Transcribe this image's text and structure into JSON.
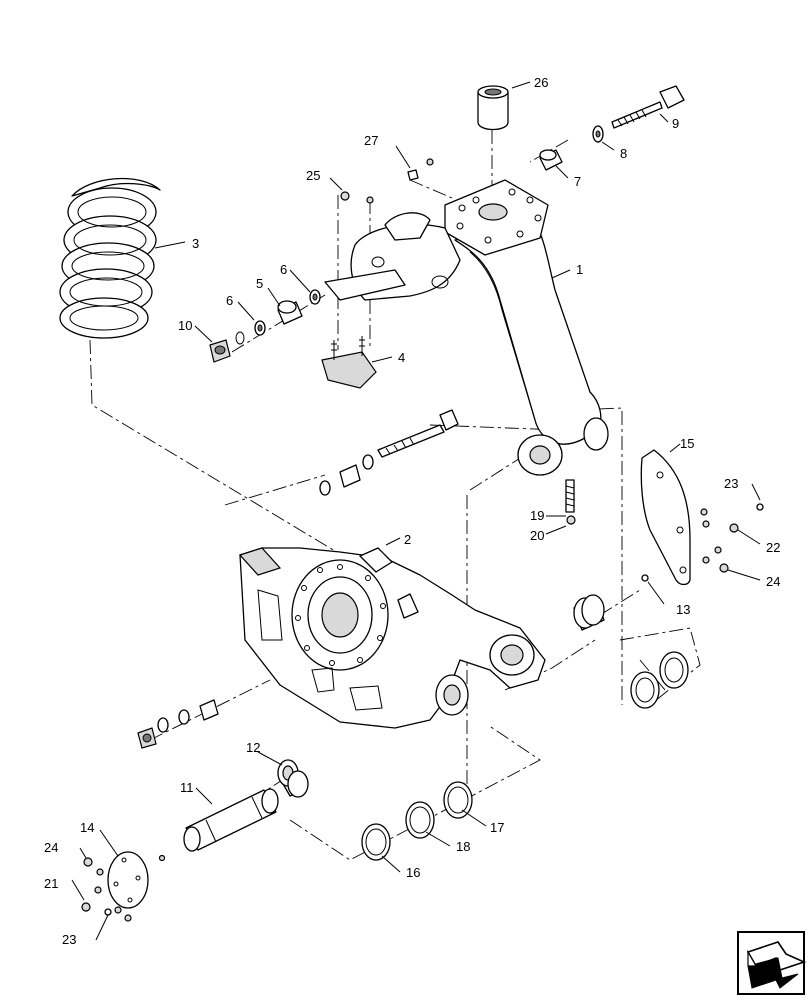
{
  "diagram": {
    "callouts": [
      {
        "id": "c26",
        "text": "26"
      },
      {
        "id": "c9",
        "text": "9"
      },
      {
        "id": "c27",
        "text": "27"
      },
      {
        "id": "c8",
        "text": "8"
      },
      {
        "id": "c25",
        "text": "25"
      },
      {
        "id": "c7",
        "text": "7"
      },
      {
        "id": "c3",
        "text": "3"
      },
      {
        "id": "c1",
        "text": "1"
      },
      {
        "id": "c5",
        "text": "5"
      },
      {
        "id": "c6a",
        "text": "6"
      },
      {
        "id": "c6b",
        "text": "6"
      },
      {
        "id": "c10",
        "text": "10"
      },
      {
        "id": "c4",
        "text": "4"
      },
      {
        "id": "c15",
        "text": "15"
      },
      {
        "id": "c23a",
        "text": "23"
      },
      {
        "id": "c19",
        "text": "19"
      },
      {
        "id": "c20",
        "text": "20"
      },
      {
        "id": "c22",
        "text": "22"
      },
      {
        "id": "c2",
        "text": "2"
      },
      {
        "id": "c24a",
        "text": "24"
      },
      {
        "id": "c13",
        "text": "13"
      },
      {
        "id": "c12",
        "text": "12"
      },
      {
        "id": "c11",
        "text": "11"
      },
      {
        "id": "c14",
        "text": "14"
      },
      {
        "id": "c17",
        "text": "17"
      },
      {
        "id": "c18",
        "text": "18"
      },
      {
        "id": "c24b",
        "text": "24"
      },
      {
        "id": "c16",
        "text": "16"
      },
      {
        "id": "c21",
        "text": "21"
      },
      {
        "id": "c23b",
        "text": "23"
      }
    ]
  },
  "nav": {
    "icon": "next-page-arrow-icon"
  }
}
